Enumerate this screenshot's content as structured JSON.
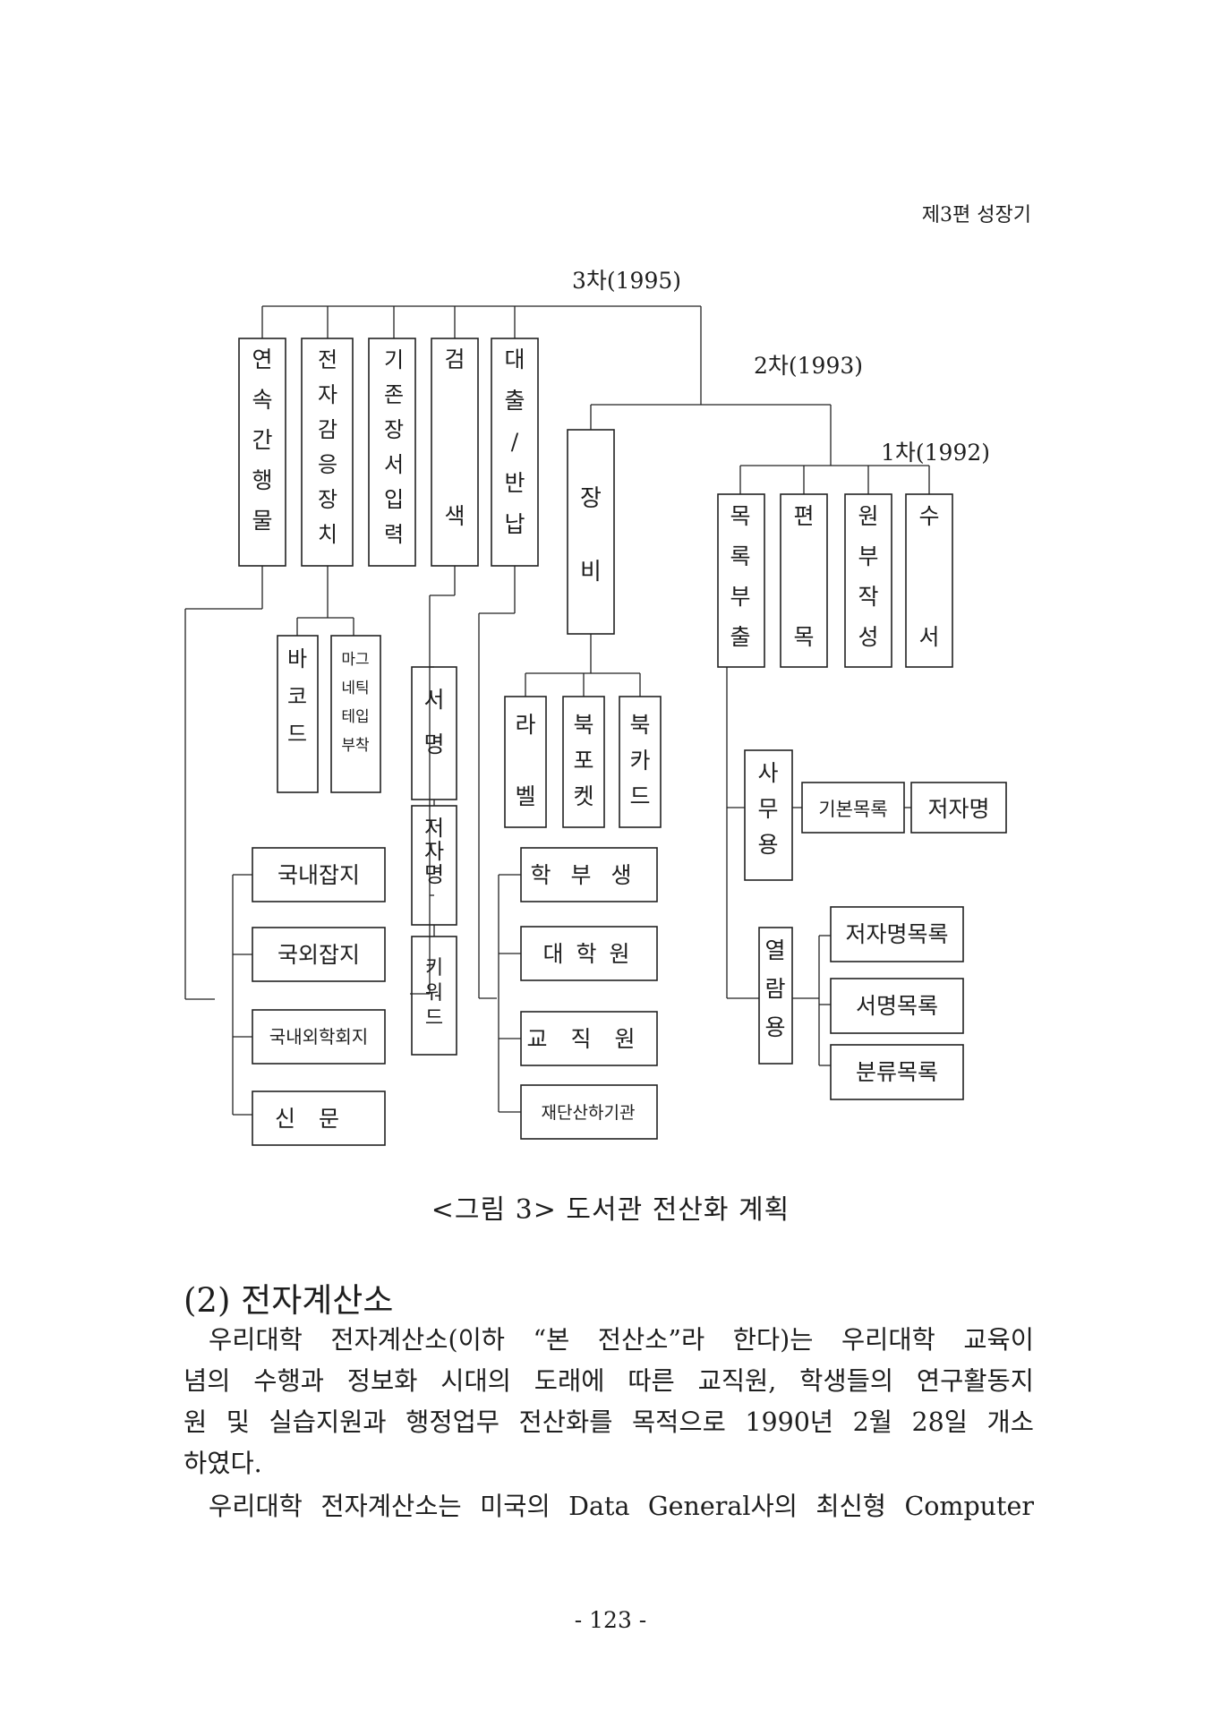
{
  "header": {
    "running_title": "제3편 성장기"
  },
  "diagram": {
    "phases": {
      "p3": "3차(1995)",
      "p2": "2차(1993)",
      "p1": "1차(1992)"
    },
    "phase3_items": {
      "serials": "연속간행물",
      "eas": "전자감응장치",
      "retro": "기존장서입력",
      "search": "검색",
      "circ": "대출/반납",
      "barcode": "바코드",
      "magnetic": "마그네틱테입부착",
      "title": "서명",
      "author": "저자명",
      "keyword": "키워드",
      "domestic": "국내잡지",
      "foreign": "국외잡지",
      "society": "국내외학회지",
      "newspaper": "신문",
      "under": "학부생",
      "grad": "대학원",
      "staff": "교직원",
      "affil": "재단산하기관"
    },
    "phase2_items": {
      "equip": "장비",
      "label": "라벨",
      "pocket": "북포켓",
      "card": "북카드"
    },
    "phase1_items": {
      "catalog_output": "목록부출",
      "cataloging": "편목",
      "master": "원부작성",
      "acquisition": "수서",
      "office": "사무용",
      "basic_catalog": "기본목록",
      "author_name": "저자명",
      "reading": "열람용",
      "author_catalog": "저자명목록",
      "title_catalog": "서명목록",
      "class_catalog": "분류목록"
    }
  },
  "caption": "<그림 3> 도서관 전산화 계획",
  "section": {
    "heading": "(2) 전자계산소"
  },
  "body": {
    "para1_lines": [
      "우리대학 전자계산소(이하 “본 전산소”라 한다)는 우리대학 교육이",
      "념의 수행과 정보화 시대의 도래에 따른 교직원, 학생들의 연구활동지",
      "원 및 실습지원과 행정업무 전산화를 목적으로 1990년 2월 28일 개소",
      "하였다."
    ],
    "para2_lines": [
      "우리대학 전자계산소는 미국의 Data General사의 최신형 Computer"
    ]
  },
  "footer": {
    "page_number": "- 123 -"
  }
}
